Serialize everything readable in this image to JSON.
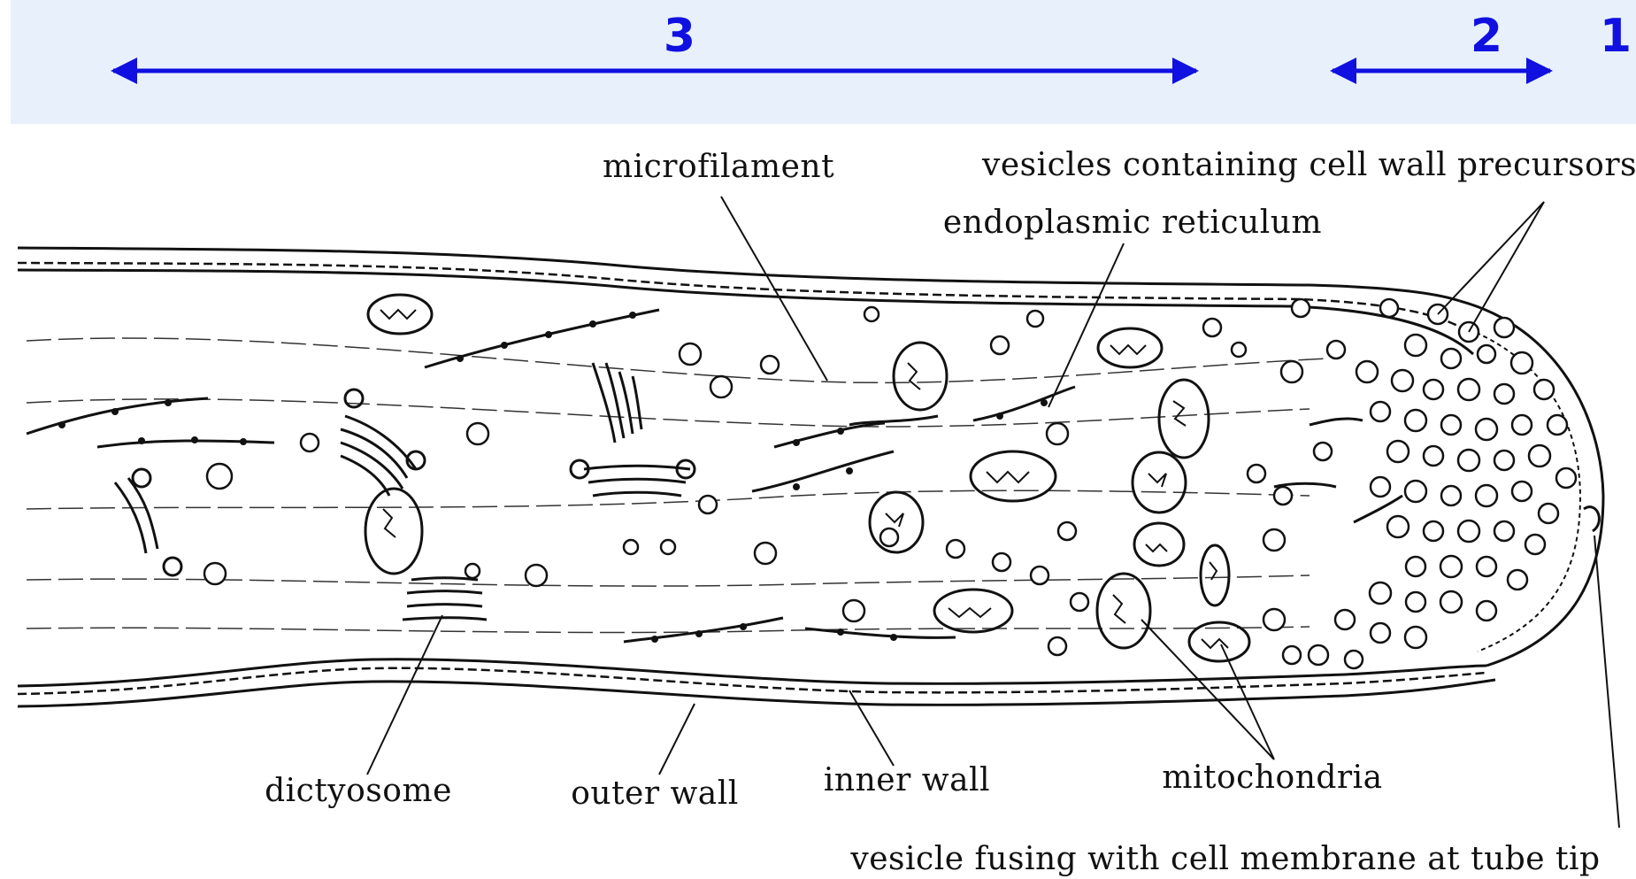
{
  "zones": [
    {
      "number": "3",
      "color": "#1010e0"
    },
    {
      "number": "2",
      "color": "#1010e0"
    },
    {
      "number": "1",
      "color": "#1010e0"
    }
  ],
  "labels": {
    "microfilament": "microfilament",
    "vesicles": "vesicles containing cell wall precursors",
    "endoplasmic_reticulum": "endoplasmic reticulum",
    "dictyosome": "dictyosome",
    "outer_wall": "outer wall",
    "inner_wall": "inner wall",
    "mitochondria": "mitochondria",
    "vesicle_fusing": "vesicle fusing with cell membrane at tube tip"
  },
  "colors": {
    "header_background": "#e8f1fb",
    "arrow_color": "#1010e0",
    "ink": "#111111"
  }
}
